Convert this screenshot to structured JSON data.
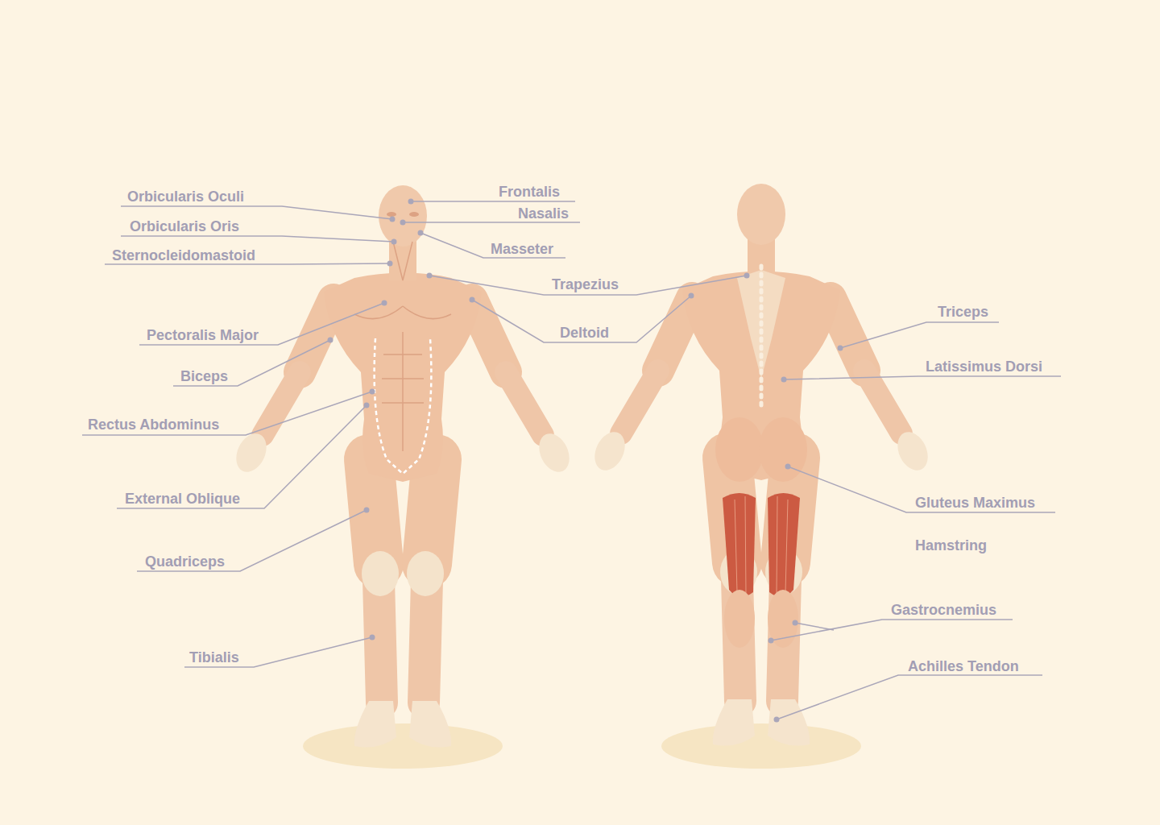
{
  "diagram": {
    "labels": [
      "Orbicularis Oculi",
      "Frontalis",
      "Nasalis",
      "Orbicularis Oris",
      "Masseter",
      "Sternocleidomastoid",
      "Trapezius",
      "Triceps",
      "Pectoralis Major",
      "Deltoid",
      "Latissimus Dorsi",
      "Biceps",
      "Rectus Abdominus",
      "External Oblique",
      "Gluteus Maximus",
      "Hamstring",
      "Quadriceps",
      "Gastrocnemius",
      "Tibialis",
      "Achilles Tendon"
    ]
  }
}
